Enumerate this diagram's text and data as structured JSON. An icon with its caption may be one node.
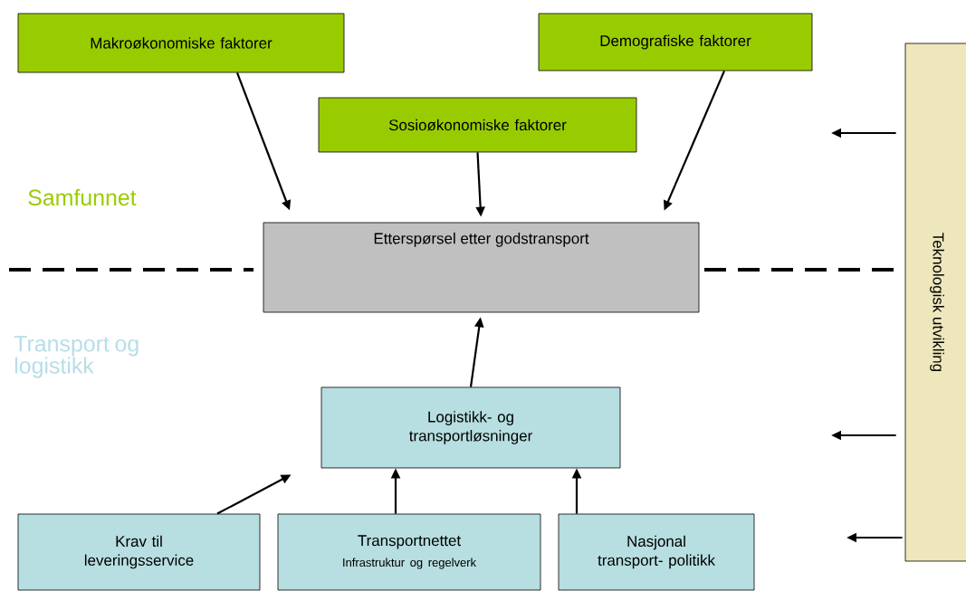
{
  "diagram": {
    "nodes": [
      {
        "text": [
          "Makroøkonomiske faktorer"
        ]
      },
      {
        "text": [
          "Demografiske faktorer"
        ]
      },
      {
        "text": [
          "Sosioøkonomiske faktorer"
        ]
      },
      {
        "text": [
          "Etterspørsel etter godstransport"
        ]
      },
      {
        "text": [
          "Logistikk- og transportløsninger"
        ]
      },
      {
        "text": [
          "Krav til leveringsservice"
        ]
      },
      {
        "text": [
          "Transportnettet",
          "Infrastruktur og regelverk"
        ]
      },
      {
        "text": [
          "Nasjonal transport- politikk"
        ]
      },
      {
        "text": [
          "Teknologisk utvikling"
        ]
      }
    ],
    "edges": [
      {
        "from": 0,
        "to": 3,
        "arrow": "to"
      },
      {
        "from": 2,
        "to": 3,
        "arrow": "to"
      },
      {
        "from": 1,
        "to": 3,
        "arrow": "to"
      },
      {
        "from": 4,
        "to": 3,
        "arrow": "to"
      },
      {
        "from": 5,
        "to": 4,
        "arrow": "to"
      },
      {
        "from": 6,
        "to": 4,
        "arrow": "to"
      },
      {
        "from": 7,
        "to": 4,
        "arrow": "to"
      },
      {
        "from": 8,
        "to": null,
        "arrow": "to"
      },
      {
        "from": 8,
        "to": null,
        "arrow": "to"
      },
      {
        "from": 8,
        "to": null,
        "arrow": "to"
      }
    ],
    "labels": [
      "Samfunnet",
      "Transport og logistikk"
    ]
  }
}
